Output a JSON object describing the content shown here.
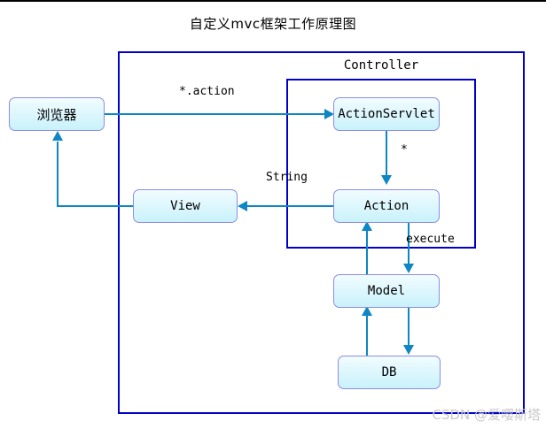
{
  "title": "自定义mvc框架工作原理图",
  "groups": {
    "controller_label": "Controller"
  },
  "nodes": {
    "browser": "浏览器",
    "action_servlet": "ActionServlet",
    "view": "View",
    "action": "Action",
    "model": "Model",
    "db": "DB"
  },
  "edge_labels": {
    "action_request": "*.action",
    "string": "String",
    "star": "*",
    "execute": "execute"
  },
  "watermark": "CSDN @爱嘤斯塔",
  "colors": {
    "frame_border": "#0000cc",
    "node_border": "#8c8ce8",
    "node_fill": "#dff7fd",
    "connector": "#0d86c4",
    "text": "#000000",
    "watermark": "#c9c9c9"
  }
}
